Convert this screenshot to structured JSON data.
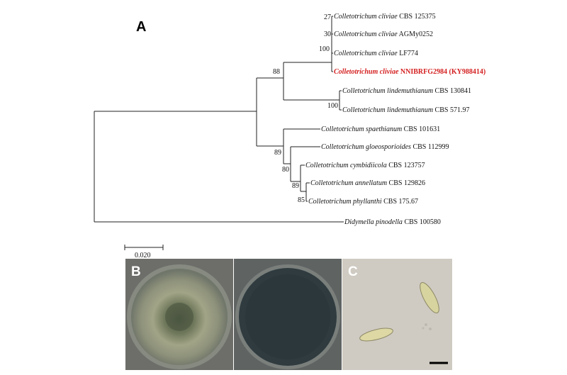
{
  "panels": {
    "a": "A",
    "b": "B",
    "c": "C"
  },
  "tree": {
    "taxa": [
      {
        "genus_species": "Colletotrichum cliviae",
        "strain": "CBS 125375",
        "highlight": false
      },
      {
        "genus_species": "Colletotrichum cliviae",
        "strain": "AGMy0252",
        "highlight": false
      },
      {
        "genus_species": "Colletotrichum cliviae",
        "strain": "LF774",
        "highlight": false
      },
      {
        "genus_species": "Colletotrichum cliviae",
        "strain": "NNIBRFG2984 (KY988414)",
        "highlight": true
      },
      {
        "genus_species": "Colletotrichum lindemuthianum",
        "strain": "CBS 130841",
        "highlight": false
      },
      {
        "genus_species": "Colletotrichum lindemuthianum",
        "strain": "CBS 571.97",
        "highlight": false
      },
      {
        "genus_species": "Colletotrichum spaethianum",
        "strain": "CBS 101631",
        "highlight": false
      },
      {
        "genus_species": "Colletotrichum gloeosporioides",
        "strain": "CBS 112999",
        "highlight": false
      },
      {
        "genus_species": "Colletotrichum cymbidiicola",
        "strain": "CBS 123757",
        "highlight": false
      },
      {
        "genus_species": "Colletotrichum annellatum",
        "strain": "CBS 129826",
        "highlight": false
      },
      {
        "genus_species": "Colletotrichum phyllanthi",
        "strain": "CBS 175.67",
        "highlight": false
      },
      {
        "genus_species": "Didymella pinodella",
        "strain": "CBS 100580",
        "highlight": false
      }
    ],
    "bootstrap": [
      "27",
      "30",
      "100",
      "88",
      "100",
      "89",
      "80",
      "89",
      "85"
    ],
    "scale_label": "0.020",
    "highlight_color": "#d42020"
  }
}
